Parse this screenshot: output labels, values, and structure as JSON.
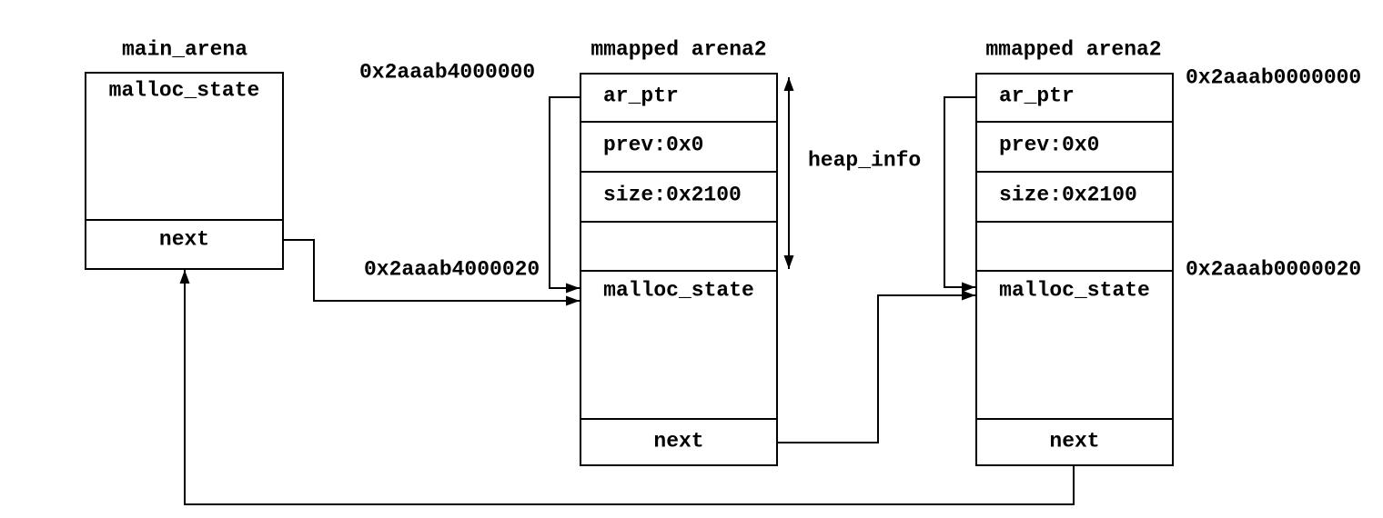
{
  "colors": {
    "background": "#ffffff",
    "ink": "#000000"
  },
  "main_arena": {
    "title": "main_arena",
    "state_label": "malloc_state",
    "next_label": "next"
  },
  "arena_a": {
    "title": "mmapped arena2",
    "addr_top": "0x2aaab4000000",
    "addr_state": "0x2aaab4000020",
    "rows": {
      "ar_ptr": "ar_ptr",
      "prev": "prev:0x0",
      "size": "size:0x2100",
      "state": "malloc_state",
      "next": "next"
    }
  },
  "arena_b": {
    "title": "mmapped arena2",
    "addr_top": "0x2aaab0000000",
    "addr_state": "0x2aaab0000020",
    "rows": {
      "ar_ptr": "ar_ptr",
      "prev": "prev:0x0",
      "size": "size:0x2100",
      "state": "malloc_state",
      "next": "next"
    }
  },
  "annotations": {
    "heap_info": "heap_info"
  }
}
